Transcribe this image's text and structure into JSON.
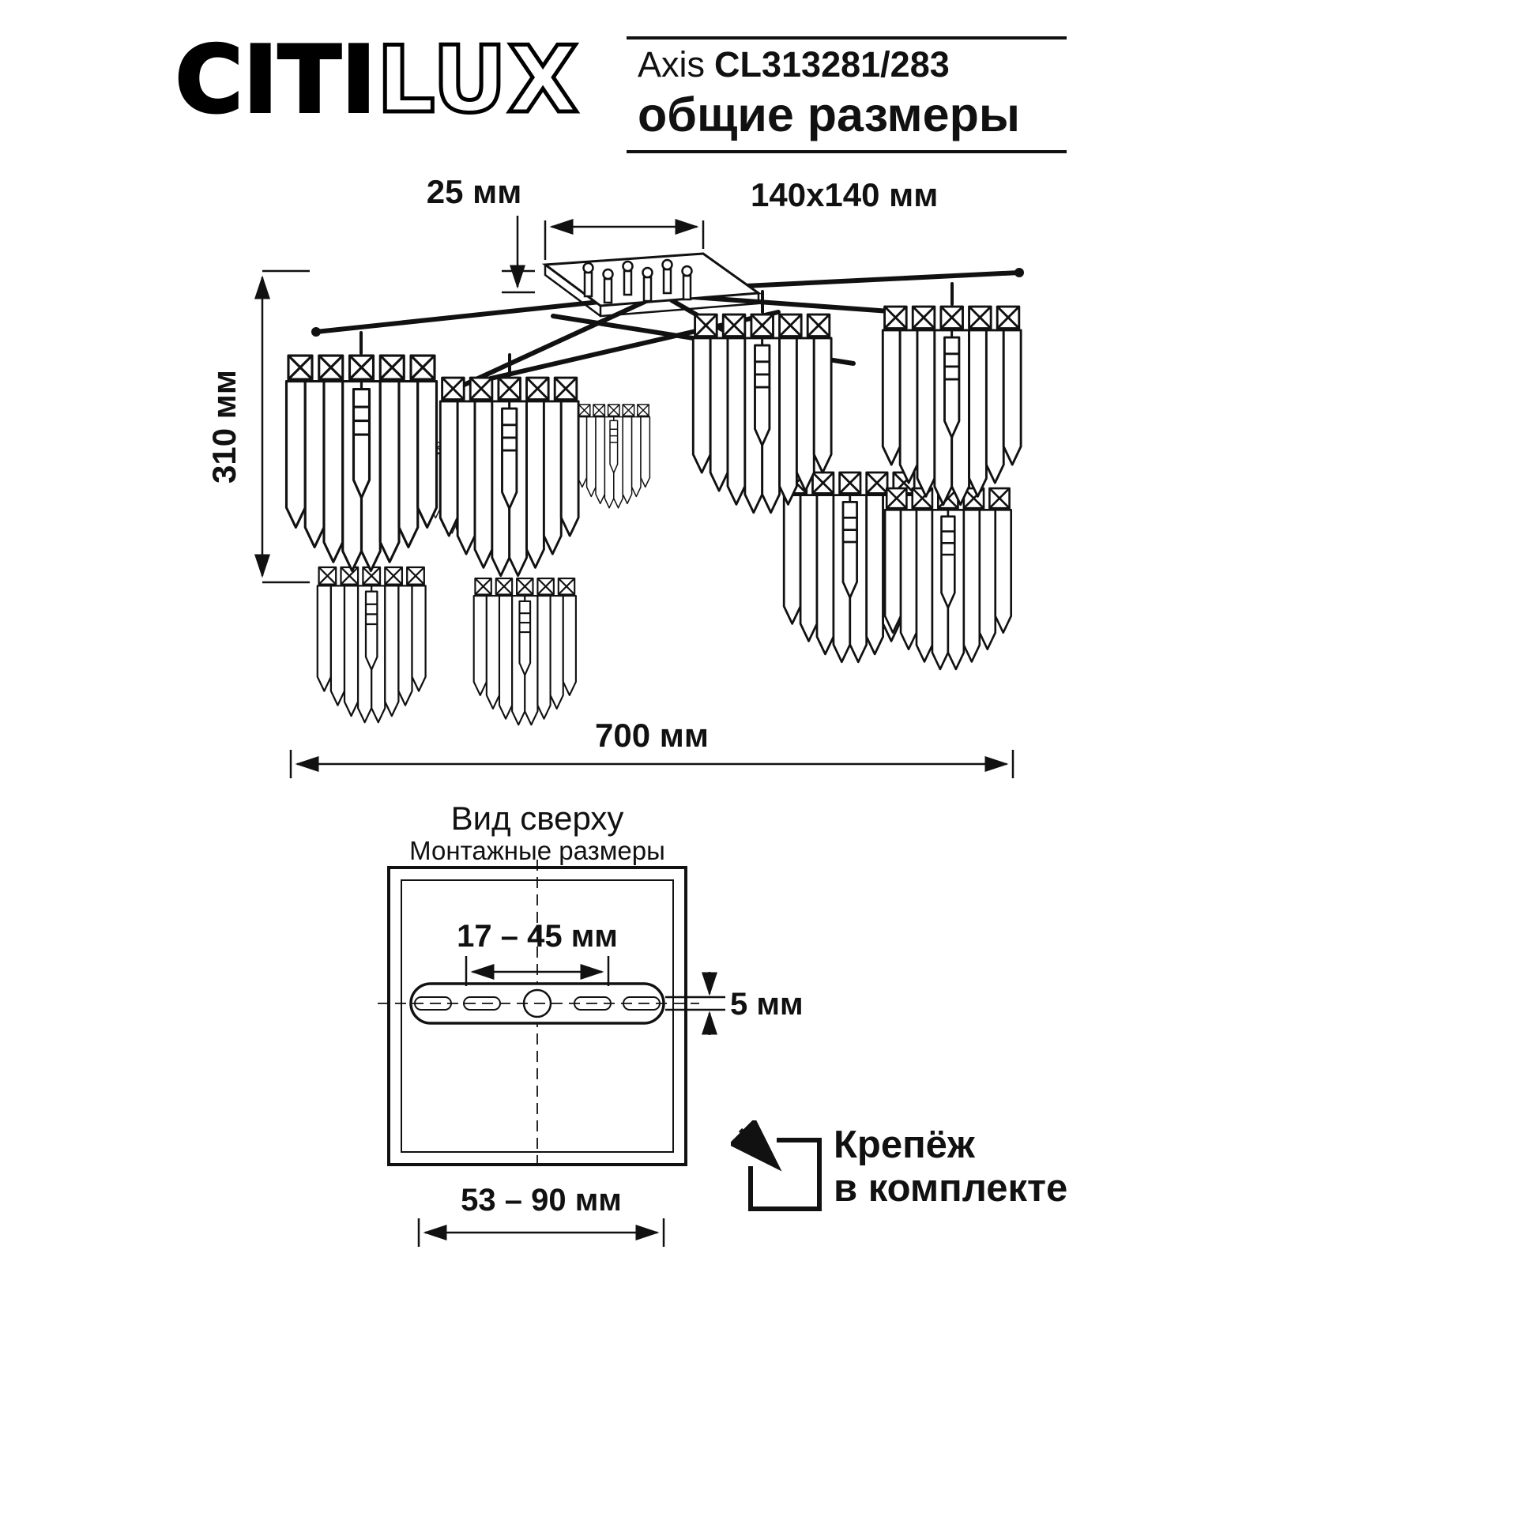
{
  "header": {
    "brand_solid": "CITI",
    "brand_outline": "LUX",
    "model_name": "Axis",
    "model_code": "CL313281/283",
    "subtitle": "общие размеры"
  },
  "drawing": {
    "dim_offset": "25 мм",
    "dim_plate": "140x140 мм",
    "dim_height": "310 мм",
    "dim_width": "700 мм"
  },
  "top_view": {
    "title": "Вид сверху",
    "subtitle": "Монтажные размеры",
    "dim_slot": "17 – 45 мм",
    "dim_hole": "5 мм",
    "dim_mount": "53 – 90 мм"
  },
  "footer": {
    "line1": "Крепёж",
    "line2": "в комплекте"
  },
  "colors": {
    "line": "#111111",
    "bg": "#ffffff"
  }
}
